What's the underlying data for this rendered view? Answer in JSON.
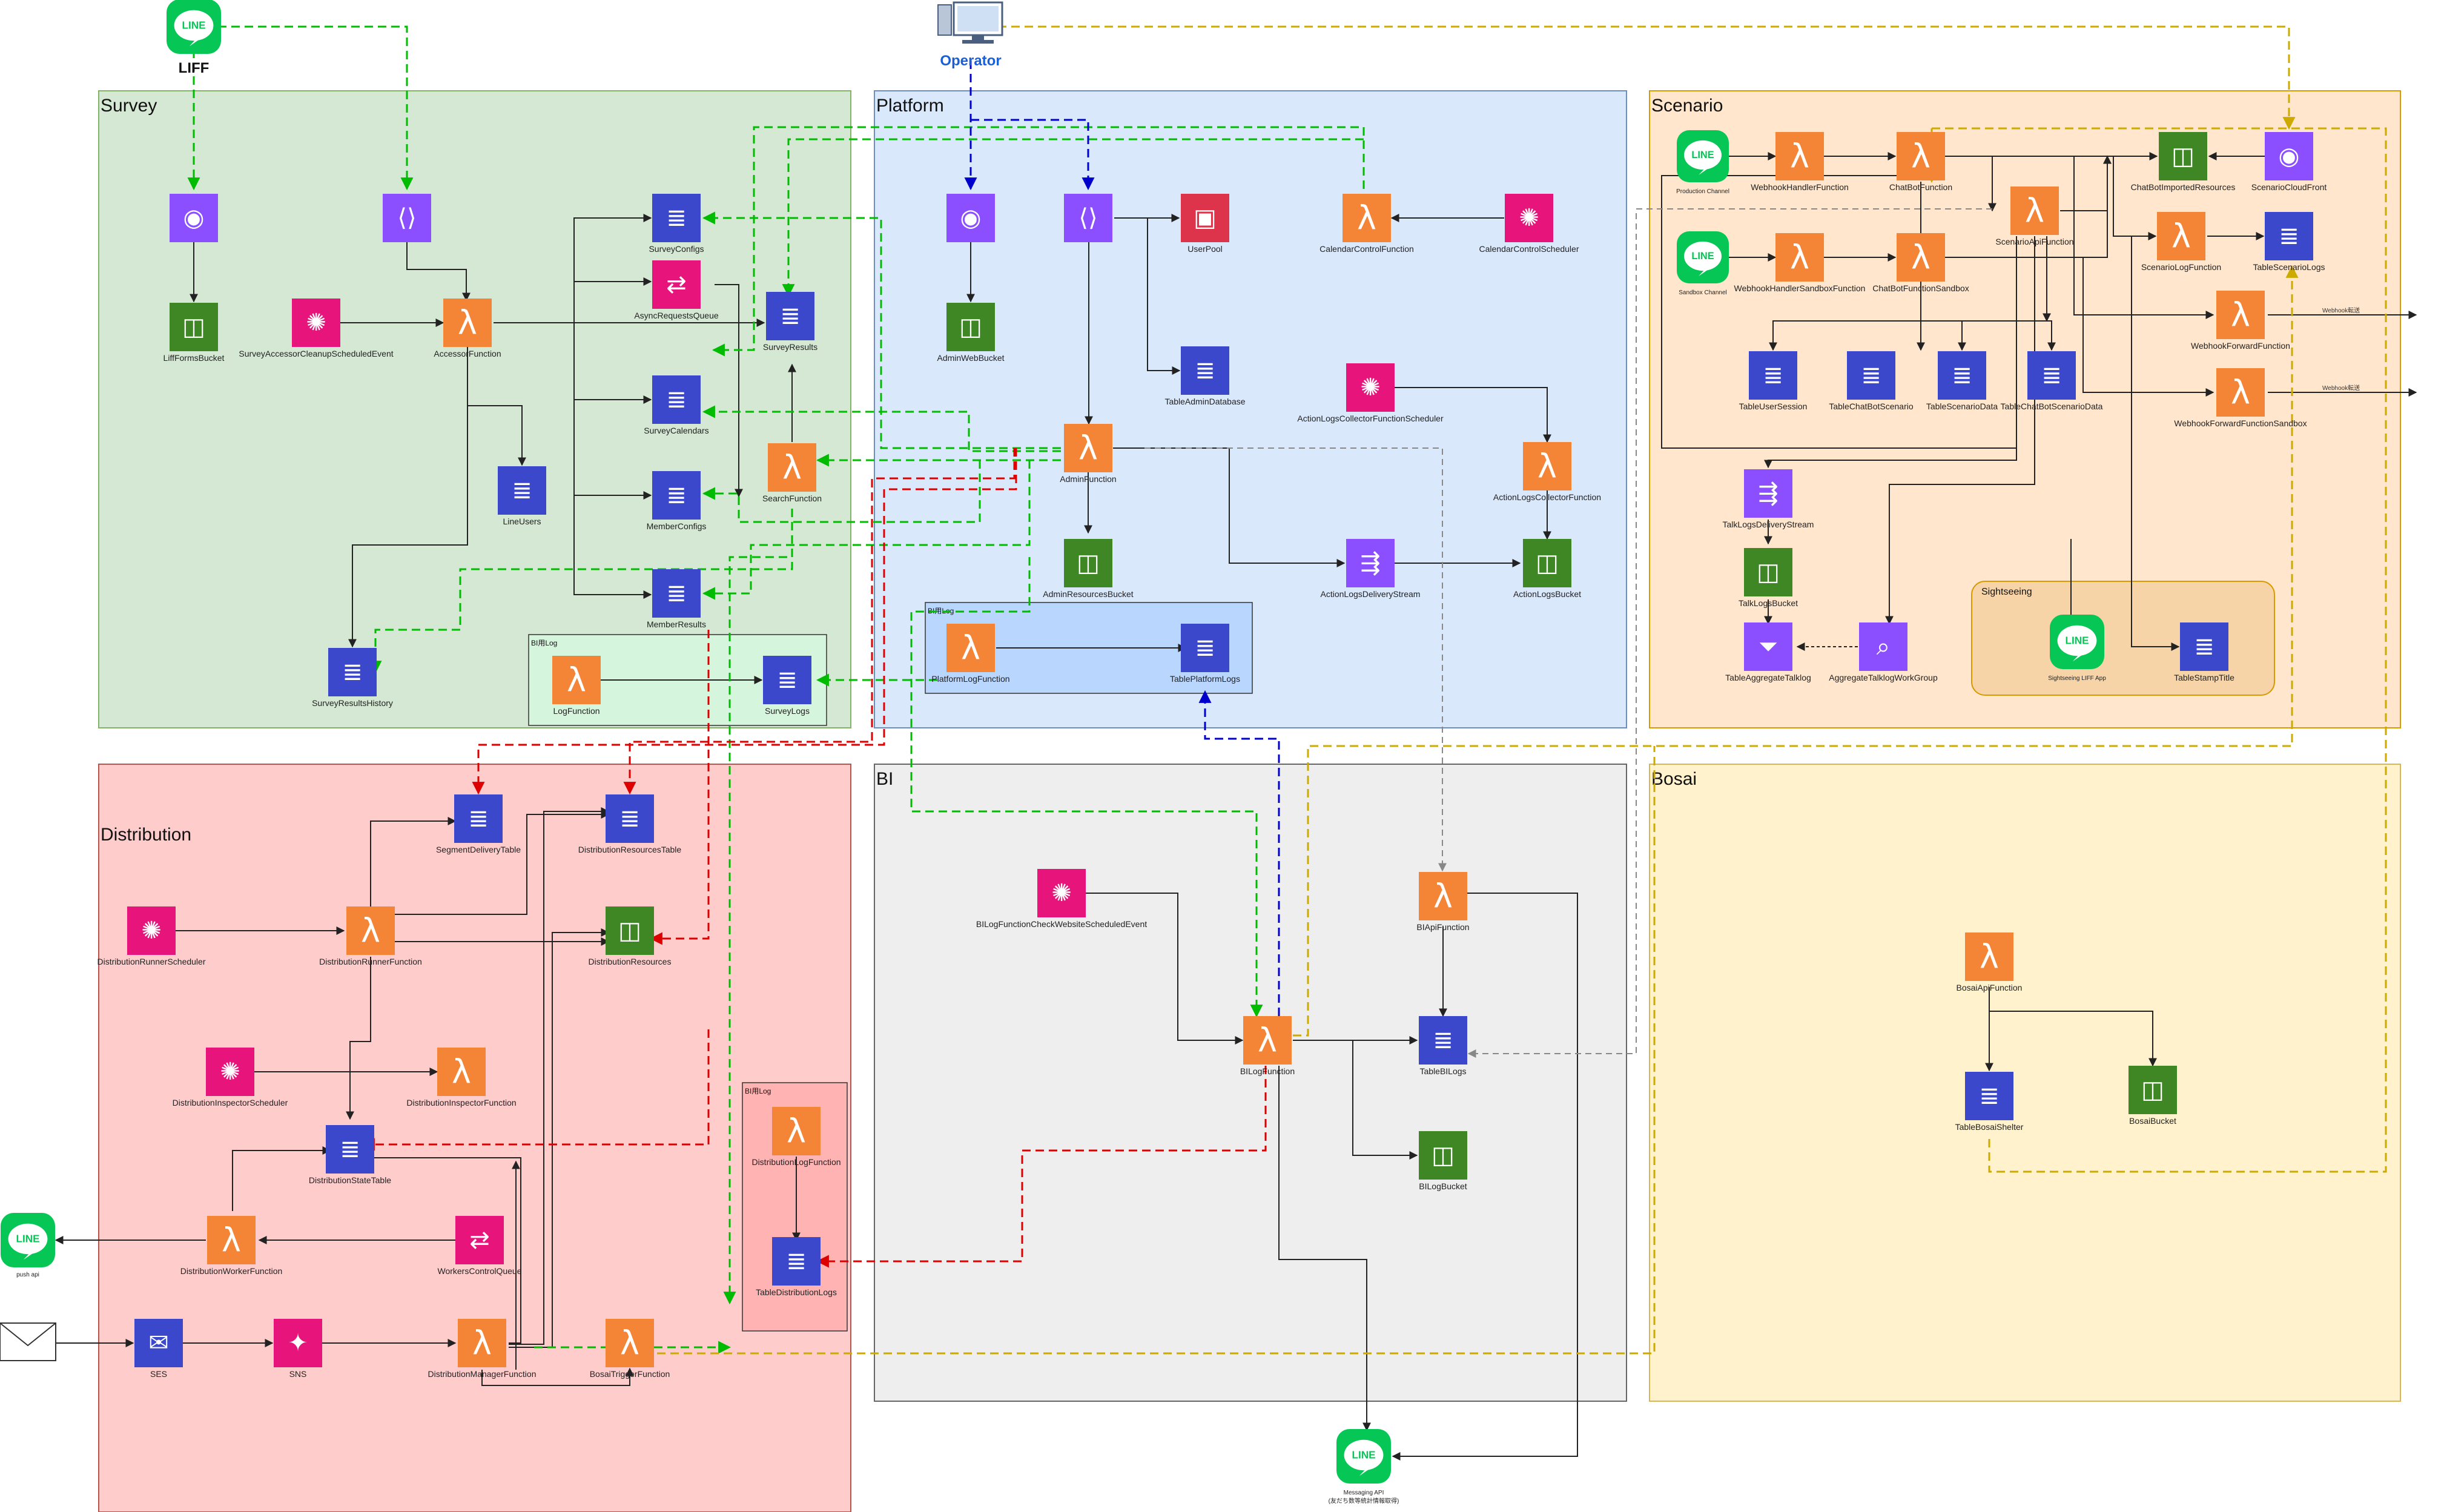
{
  "colors": {
    "survey": "#d5e8d4",
    "survey_border": "#82b366",
    "platform": "#dae8fc",
    "platform_border": "#6c8ebf",
    "scenario": "#ffe6cc",
    "scenario_border": "#d79b00",
    "distribution": "#ffcccc",
    "distribution_border": "#b85450",
    "bi": "#eeeeee",
    "bi_border": "#666666",
    "bosai": "#fff2cc",
    "bosai_border": "#d6b656",
    "compute": "#f58536",
    "database": "#3b48cc",
    "storage": "#3f8624",
    "integration": "#e7157b",
    "network": "#8c4fff",
    "security": "#dd344c",
    "analytics": "#8c4fff",
    "line": "#06c755",
    "edge_green": "#00bb00",
    "edge_blue": "#0000cc",
    "edge_red": "#dd0000",
    "edge_yellow": "#ccaa00",
    "edge_gray": "#888888",
    "edge_black": "#222222"
  },
  "zones": [
    {
      "id": "survey",
      "title": "Survey"
    },
    {
      "id": "platform",
      "title": "Platform"
    },
    {
      "id": "scenario",
      "title": "Scenario"
    },
    {
      "id": "distribution",
      "title": "Distribution"
    },
    {
      "id": "bi",
      "title": "BI"
    },
    {
      "id": "bosai",
      "title": "Bosai"
    }
  ],
  "sub_groups": [
    {
      "id": "survey_log",
      "title": "BI用Log"
    },
    {
      "id": "platform_log",
      "title": "BI用Log"
    },
    {
      "id": "distribution_log",
      "title": "BI用Log"
    },
    {
      "id": "sightseeing",
      "title": "Sightseeing"
    }
  ],
  "actors": {
    "liff": "LIFF",
    "operator": "Operator",
    "push_api": "push api",
    "messaging_api_1": "Messaging API",
    "messaging_api_2": "(友だち数等統計情報取得)"
  },
  "nodes": [
    {
      "id": "liff",
      "type": "line",
      "icon": "line-logo",
      "label": "",
      "glyph": "LINE"
    },
    {
      "id": "operator",
      "type": "user",
      "icon": "desktop-icon",
      "label": "",
      "glyph": "🖥"
    },
    {
      "id": "s_cf",
      "type": "network",
      "icon": "cloudfront-icon",
      "label": "",
      "glyph": "◉"
    },
    {
      "id": "s_apigw",
      "type": "network",
      "icon": "api-gateway-icon",
      "label": "",
      "glyph": "⟨⟩"
    },
    {
      "id": "s_liffbucket",
      "type": "storage",
      "icon": "s3-bucket-icon",
      "label": "LiffFormsBucket",
      "glyph": "◫"
    },
    {
      "id": "s_cleanup",
      "type": "integration",
      "icon": "eventbridge-icon",
      "label": "SurveyAccessorCleanupScheduledEvent",
      "glyph": "✺"
    },
    {
      "id": "s_accessor",
      "type": "compute",
      "icon": "lambda-icon",
      "label": "AccessorFunction",
      "glyph": "λ"
    },
    {
      "id": "s_configs",
      "type": "database",
      "icon": "dynamodb-icon",
      "label": "SurveyConfigs",
      "glyph": "≣"
    },
    {
      "id": "s_asyncq",
      "type": "integration",
      "icon": "sqs-icon",
      "label": "AsyncRequestsQueue",
      "glyph": "⇄"
    },
    {
      "id": "s_results",
      "type": "database",
      "icon": "dynamodb-icon",
      "label": "SurveyResults",
      "glyph": "≣"
    },
    {
      "id": "s_calendars",
      "type": "database",
      "icon": "dynamodb-icon",
      "label": "SurveyCalendars",
      "glyph": "≣"
    },
    {
      "id": "s_search",
      "type": "compute",
      "icon": "lambda-icon",
      "label": "SearchFunction",
      "glyph": "λ"
    },
    {
      "id": "s_lineusers",
      "type": "database",
      "icon": "dynamodb-icon",
      "label": "LineUsers",
      "glyph": "≣"
    },
    {
      "id": "s_memberconfigs",
      "type": "database",
      "icon": "dynamodb-icon",
      "label": "MemberConfigs",
      "glyph": "≣"
    },
    {
      "id": "s_memberresults",
      "type": "database",
      "icon": "dynamodb-icon",
      "label": "MemberResults",
      "glyph": "≣"
    },
    {
      "id": "s_resultshistory",
      "type": "database",
      "icon": "dynamodb-icon",
      "label": "SurveyResultsHistory",
      "glyph": "≣"
    },
    {
      "id": "s_logfn",
      "type": "compute",
      "icon": "lambda-icon",
      "label": "LogFunction",
      "glyph": "λ"
    },
    {
      "id": "s_logs",
      "type": "database",
      "icon": "dynamodb-icon",
      "label": "SurveyLogs",
      "glyph": "≣"
    },
    {
      "id": "p_cf",
      "type": "network",
      "icon": "cloudfront-icon",
      "label": "",
      "glyph": "◉"
    },
    {
      "id": "p_apigw",
      "type": "network",
      "icon": "api-gateway-icon",
      "label": "",
      "glyph": "⟨⟩"
    },
    {
      "id": "p_userpool",
      "type": "security",
      "icon": "cognito-icon",
      "label": "UserPool",
      "glyph": "▣"
    },
    {
      "id": "p_calfn",
      "type": "compute",
      "icon": "lambda-icon",
      "label": "CalendarControlFunction",
      "glyph": "λ"
    },
    {
      "id": "p_calsched",
      "type": "integration",
      "icon": "eventbridge-icon",
      "label": "CalendarControlScheduler",
      "glyph": "✺"
    },
    {
      "id": "p_adminwebbucket",
      "type": "storage",
      "icon": "s3-bucket-icon",
      "label": "AdminWebBucket",
      "glyph": "◫"
    },
    {
      "id": "p_tableadmindb",
      "type": "database",
      "icon": "dynamodb-icon",
      "label": "TableAdminDatabase",
      "glyph": "≣"
    },
    {
      "id": "p_alcollsched",
      "type": "integration",
      "icon": "eventbridge-icon",
      "label": "ActionLogsCollectorFunctionScheduler",
      "glyph": "✺"
    },
    {
      "id": "p_adminfn",
      "type": "compute",
      "icon": "lambda-icon",
      "label": "AdminFunction",
      "glyph": "λ"
    },
    {
      "id": "p_alcollfn",
      "type": "compute",
      "icon": "lambda-icon",
      "label": "ActionLogsCollectorFunction",
      "glyph": "λ"
    },
    {
      "id": "p_adminresbucket",
      "type": "storage",
      "icon": "s3-bucket-icon",
      "label": "AdminResourcesBucket",
      "glyph": "◫"
    },
    {
      "id": "p_aldelivery",
      "type": "analytics",
      "icon": "kinesis-firehose-icon",
      "label": "ActionLogsDeliveryStream",
      "glyph": "⇶"
    },
    {
      "id": "p_albucket",
      "type": "storage",
      "icon": "s3-bucket-icon",
      "label": "ActionLogsBucket",
      "glyph": "◫"
    },
    {
      "id": "p_logfn",
      "type": "compute",
      "icon": "lambda-icon",
      "label": "PlatformLogFunction",
      "glyph": "λ"
    },
    {
      "id": "p_logs",
      "type": "database",
      "icon": "dynamodb-icon",
      "label": "TablePlatformLogs",
      "glyph": "≣"
    },
    {
      "id": "sc_prodline",
      "type": "line",
      "icon": "line-logo",
      "label": "Production Channel",
      "glyph": "LINE"
    },
    {
      "id": "sc_webhook",
      "type": "compute",
      "icon": "lambda-icon",
      "label": "WebhookHandlerFunction",
      "glyph": "λ"
    },
    {
      "id": "sc_chatbot",
      "type": "compute",
      "icon": "lambda-icon",
      "label": "ChatBotFunction",
      "glyph": "λ"
    },
    {
      "id": "sc_imported",
      "type": "storage",
      "icon": "s3-bucket-icon",
      "label": "ChatBotImportedResources",
      "glyph": "◫"
    },
    {
      "id": "sc_cf",
      "type": "network",
      "icon": "cloudfront-icon",
      "label": "ScenarioCloudFront",
      "glyph": "◉"
    },
    {
      "id": "sc_sandline",
      "type": "line",
      "icon": "line-logo",
      "label": "Sandbox Channel",
      "glyph": "LINE"
    },
    {
      "id": "sc_webhooksb",
      "type": "compute",
      "icon": "lambda-icon",
      "label": "WebhookHandlerSandboxFunction",
      "glyph": "λ"
    },
    {
      "id": "sc_chatbotsb",
      "type": "compute",
      "icon": "lambda-icon",
      "label": "ChatBotFunctionSandbox",
      "glyph": "λ"
    },
    {
      "id": "sc_apifn",
      "type": "compute",
      "icon": "lambda-icon",
      "label": "ScenarioApiFunction",
      "glyph": "λ"
    },
    {
      "id": "sc_logfn",
      "type": "compute",
      "icon": "lambda-icon",
      "label": "ScenarioLogFunction",
      "glyph": "λ"
    },
    {
      "id": "sc_logs",
      "type": "database",
      "icon": "dynamodb-icon",
      "label": "TableScenarioLogs",
      "glyph": "≣"
    },
    {
      "id": "sc_fwd",
      "type": "compute",
      "icon": "lambda-icon",
      "label": "WebhookForwardFunction",
      "glyph": "λ"
    },
    {
      "id": "sc_fwdsb",
      "type": "compute",
      "icon": "lambda-icon",
      "label": "WebhookForwardFunctionSandbox",
      "glyph": "λ"
    },
    {
      "id": "sc_usersession",
      "type": "database",
      "icon": "dynamodb-icon",
      "label": "TableUserSession",
      "glyph": "≣"
    },
    {
      "id": "sc_chatbotscenario",
      "type": "database",
      "icon": "dynamodb-icon",
      "label": "TableChatBotScenario",
      "glyph": "≣"
    },
    {
      "id": "sc_scenariodata",
      "type": "database",
      "icon": "dynamodb-icon",
      "label": "TableScenarioData",
      "glyph": "≣"
    },
    {
      "id": "sc_chatbotscenariodata",
      "type": "database",
      "icon": "dynamodb-icon",
      "label": "TableChatBotScenarioData",
      "glyph": "≣"
    },
    {
      "id": "sc_talkdelivery",
      "type": "analytics",
      "icon": "kinesis-firehose-icon",
      "label": "TalkLogsDeliveryStream",
      "glyph": "⇶"
    },
    {
      "id": "sc_talkbucket",
      "type": "storage",
      "icon": "s3-bucket-icon",
      "label": "TalkLogsBucket",
      "glyph": "◫"
    },
    {
      "id": "sc_aggtalk",
      "type": "analytics",
      "icon": "glue-icon",
      "label": "TableAggregateTalklog",
      "glyph": "⏷"
    },
    {
      "id": "sc_aggwg",
      "type": "analytics",
      "icon": "athena-icon",
      "label": "AggregateTalklogWorkGroup",
      "glyph": "⌕"
    },
    {
      "id": "sc_sightliff",
      "type": "line",
      "icon": "line-logo",
      "label": "Sightseeing LIFF App",
      "glyph": "LINE"
    },
    {
      "id": "sc_stamp",
      "type": "database",
      "icon": "dynamodb-icon",
      "label": "TableStampTitle",
      "glyph": "≣"
    },
    {
      "id": "d_segtable",
      "type": "database",
      "icon": "dynamodb-icon",
      "label": "SegmentDeliveryTable",
      "glyph": "≣"
    },
    {
      "id": "d_restable",
      "type": "database",
      "icon": "dynamodb-icon",
      "label": "DistributionResourcesTable",
      "glyph": "≣"
    },
    {
      "id": "d_runsched",
      "type": "integration",
      "icon": "eventbridge-icon",
      "label": "DistributionRunnerScheduler",
      "glyph": "✺"
    },
    {
      "id": "d_runfn",
      "type": "compute",
      "icon": "lambda-icon",
      "label": "DistributionRunnerFunction",
      "glyph": "λ"
    },
    {
      "id": "d_resbucket",
      "type": "storage",
      "icon": "s3-bucket-icon",
      "label": "DistributionResources",
      "glyph": "◫"
    },
    {
      "id": "d_inspsched",
      "type": "integration",
      "icon": "eventbridge-icon",
      "label": "DistributionInspectorScheduler",
      "glyph": "✺"
    },
    {
      "id": "d_inspfn",
      "type": "compute",
      "icon": "lambda-icon",
      "label": "DistributionInspectorFunction",
      "glyph": "λ"
    },
    {
      "id": "d_statetable",
      "type": "database",
      "icon": "dynamodb-icon",
      "label": "DistributionStateTable",
      "glyph": "≣"
    },
    {
      "id": "d_workerfn",
      "type": "compute",
      "icon": "lambda-icon",
      "label": "DistributionWorkerFunction",
      "glyph": "λ"
    },
    {
      "id": "d_workersq",
      "type": "integration",
      "icon": "sqs-icon",
      "label": "WorkersControlQueue",
      "glyph": "⇄"
    },
    {
      "id": "d_pushline",
      "type": "line",
      "icon": "line-logo",
      "label": "",
      "glyph": "LINE"
    },
    {
      "id": "d_mail",
      "type": "mail",
      "icon": "envelope-icon",
      "label": "",
      "glyph": "✉"
    },
    {
      "id": "d_ses",
      "type": "database",
      "icon": "ses-icon",
      "label": "SES",
      "glyph": "✉"
    },
    {
      "id": "d_sns",
      "type": "integration",
      "icon": "sns-icon",
      "label": "SNS",
      "glyph": "✦"
    },
    {
      "id": "d_mgrfn",
      "type": "compute",
      "icon": "lambda-icon",
      "label": "DistributionManagerFunction",
      "glyph": "λ"
    },
    {
      "id": "d_bosaitrig",
      "type": "compute",
      "icon": "lambda-icon",
      "label": "BosaiTriggerFunction",
      "glyph": "λ"
    },
    {
      "id": "d_logfn",
      "type": "compute",
      "icon": "lambda-icon",
      "label": "DistributionLogFunction",
      "glyph": "λ"
    },
    {
      "id": "d_logs",
      "type": "database",
      "icon": "dynamodb-icon",
      "label": "TableDistributionLogs",
      "glyph": "≣"
    },
    {
      "id": "bi_event",
      "type": "integration",
      "icon": "eventbridge-icon",
      "label": "BILogFunctionCheckWebsiteScheduledEvent",
      "glyph": "✺"
    },
    {
      "id": "bi_apifn",
      "type": "compute",
      "icon": "lambda-icon",
      "label": "BIApiFunction",
      "glyph": "λ"
    },
    {
      "id": "bi_logfn",
      "type": "compute",
      "icon": "lambda-icon",
      "label": "BILogFunction",
      "glyph": "λ"
    },
    {
      "id": "bi_logs",
      "type": "database",
      "icon": "dynamodb-icon",
      "label": "TableBILogs",
      "glyph": "≣"
    },
    {
      "id": "bi_bucket",
      "type": "storage",
      "icon": "s3-bucket-icon",
      "label": "BILogBucket",
      "glyph": "◫"
    },
    {
      "id": "bi_msgapi",
      "type": "line",
      "icon": "line-logo",
      "label": "",
      "glyph": "LINE"
    },
    {
      "id": "b_apifn",
      "type": "compute",
      "icon": "lambda-icon",
      "label": "BosaiApiFunction",
      "glyph": "λ"
    },
    {
      "id": "b_shelter",
      "type": "database",
      "icon": "dynamodb-icon",
      "label": "TableBosaiShelter",
      "glyph": "≣"
    },
    {
      "id": "b_bucket",
      "type": "storage",
      "icon": "s3-bucket-icon",
      "label": "BosaiBucket",
      "glyph": "◫"
    }
  ],
  "edge_labels": {
    "webhook_fwd": "Webhook転送",
    "webhook_fwd_sb": "Webhook転送"
  }
}
